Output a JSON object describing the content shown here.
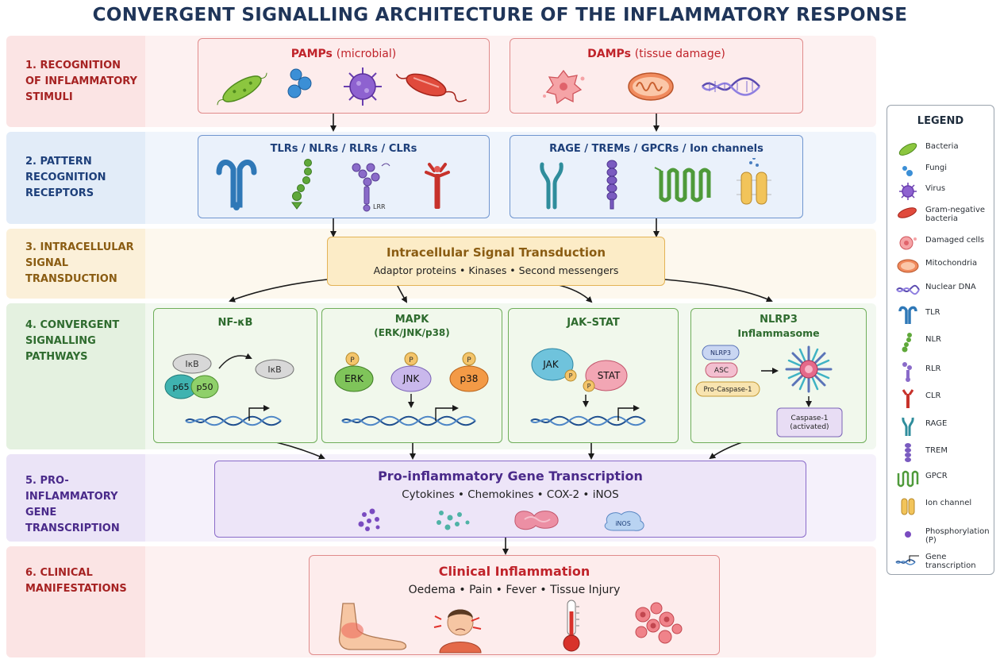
{
  "title": "CONVERGENT SIGNALLING ARCHITECTURE OF THE INFLAMMATORY RESPONSE",
  "stages": [
    {
      "label": "1. RECOGNITION\nOF INFLAMMATORY\nSTIMULI",
      "color": "#a62222"
    },
    {
      "label": "2. PATTERN\nRECOGNITION\nRECEPTORS",
      "color": "#1d3f7a"
    },
    {
      "label": "3. INTRACELLULAR\nSIGNAL\nTRANSDUCTION",
      "color": "#8a5c12"
    },
    {
      "label": "4. CONVERGENT\nSIGNALLING\nPATHWAYS",
      "color": "#2e6b2e"
    },
    {
      "label": "5. PRO-INFLAMMATORY\nGENE TRANSCRIPTION",
      "color": "#4a2a8a"
    },
    {
      "label": "6. CLINICAL\nMANIFESTATIONS",
      "color": "#a62222"
    }
  ],
  "pamps": {
    "title": "PAMPs",
    "subtitle": "(microbial)"
  },
  "damps": {
    "title": "DAMPs",
    "subtitle": "(tissue damage)"
  },
  "prr_left": {
    "title": "TLRs / NLRs / RLRs / CLRs",
    "lrr_label": "LRR"
  },
  "prr_right": {
    "title": "RAGE / TREMs / GPCRs / Ion channels"
  },
  "transduction": {
    "title": "Intracellular Signal Transduction",
    "subtitle": "Adaptor proteins • Kinases • Second messengers"
  },
  "pathways": {
    "nfkb": {
      "title": "NF-κB",
      "ikb": "IκB",
      "ikb_free": "IκB",
      "p65": "p65",
      "p50": "p50"
    },
    "mapk": {
      "title": "MAPK",
      "subtitle": "(ERK/JNK/p38)",
      "erk": "ERK",
      "jnk": "JNK",
      "p38": "p38",
      "p": "P"
    },
    "jakstat": {
      "title": "JAK–STAT",
      "jak": "JAK",
      "stat": "STAT",
      "p": "P"
    },
    "nlrp3": {
      "title": "NLRP3",
      "subtitle": "Inflammasome",
      "nlrp3": "NLRP3",
      "asc": "ASC",
      "procasp": "Pro-Caspase-1",
      "casp": "Caspase-1\n(activated)"
    }
  },
  "transcription": {
    "title": "Pro-inflammatory Gene Transcription",
    "subtitle": "Cytokines • Chemokines • COX-2 • iNOS",
    "inos": "iNOS"
  },
  "clinical": {
    "title": "Clinical Inflammation",
    "subtitle": "Oedema • Pain • Fever • Tissue Injury"
  },
  "legend": {
    "title": "LEGEND",
    "items": [
      {
        "icon": "bacteria-icon",
        "label": "Bacteria"
      },
      {
        "icon": "fungi-icon",
        "label": "Fungi"
      },
      {
        "icon": "virus-icon",
        "label": "Virus"
      },
      {
        "icon": "gram-negative-bacteria-icon",
        "label": "Gram-negative bacteria"
      },
      {
        "icon": "damaged-cells-icon",
        "label": "Damaged cells"
      },
      {
        "icon": "mitochondria-icon",
        "label": "Mitochondria"
      },
      {
        "icon": "nuclear-dna-icon",
        "label": "Nuclear DNA"
      },
      {
        "icon": "tlr-icon",
        "label": "TLR"
      },
      {
        "icon": "nlr-icon",
        "label": "NLR"
      },
      {
        "icon": "rlr-icon",
        "label": "RLR"
      },
      {
        "icon": "clr-icon",
        "label": "CLR"
      },
      {
        "icon": "rage-icon",
        "label": "RAGE"
      },
      {
        "icon": "trem-icon",
        "label": "TREM"
      },
      {
        "icon": "gpcr-icon",
        "label": "GPCR"
      },
      {
        "icon": "ion-channel-icon",
        "label": "Ion channel"
      },
      {
        "icon": "phosphorylation-icon",
        "label": "Phosphorylation (P)"
      },
      {
        "icon": "gene-transcription-icon",
        "label": "Gene transcription"
      }
    ]
  }
}
